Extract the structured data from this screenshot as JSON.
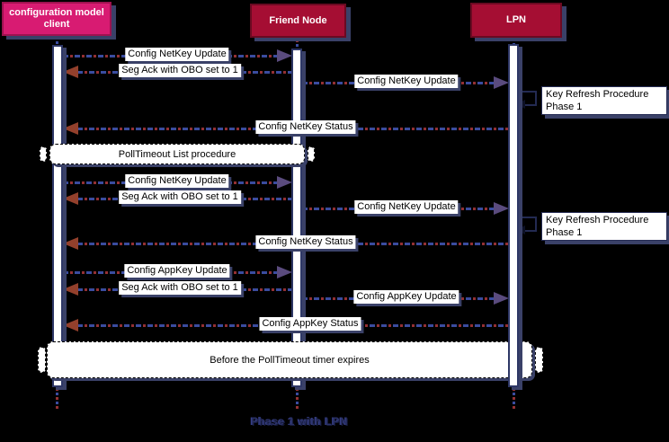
{
  "colors": {
    "client_pink": "#D81B72",
    "node_red": "#A50E33",
    "shadow_slate": "#3A4168",
    "line_blue": "#3A4C9F",
    "line_red": "#943032",
    "arrow_purple": "#5A4B7E",
    "arrow_rust": "#93402C",
    "loop_navy": "#232A52",
    "caption_navy": "#2A3166"
  },
  "actors": {
    "client": {
      "label": "configuration model client"
    },
    "friend": {
      "label": "Friend Node"
    },
    "lpn": {
      "label": "LPN"
    }
  },
  "messages": [
    {
      "from": "client",
      "to": "friend",
      "label": "Config NetKey Update"
    },
    {
      "from": "friend",
      "to": "client",
      "label": "Seg Ack with OBO set to 1"
    },
    {
      "from": "friend",
      "to": "lpn",
      "label": "Config NetKey Update"
    },
    {
      "from": "lpn",
      "to": "client",
      "label": "Config NetKey Status"
    },
    {
      "from": "client",
      "to": "friend",
      "label": "Config NetKey Update"
    },
    {
      "from": "friend",
      "to": "client",
      "label": "Seg Ack with OBO set to 1"
    },
    {
      "from": "friend",
      "to": "lpn",
      "label": "Config NetKey Update"
    },
    {
      "from": "lpn",
      "to": "client",
      "label": "Config NetKey Status"
    },
    {
      "from": "client",
      "to": "friend",
      "label": "Config AppKey Update"
    },
    {
      "from": "friend",
      "to": "client",
      "label": "Seg Ack with OBO set to 1"
    },
    {
      "from": "friend",
      "to": "lpn",
      "label": "Config AppKey Update"
    },
    {
      "from": "lpn",
      "to": "client",
      "label": "Config AppKey Status"
    }
  ],
  "notes": [
    {
      "text": "Key Refresh Procedure Phase 1"
    },
    {
      "text": "Key Refresh Procedure Phase 1"
    }
  ],
  "fragments": [
    {
      "label": "PollTimeout List procedure"
    },
    {
      "label": "Before the PollTimeout timer expires"
    }
  ],
  "caption": "Phase 1 with LPN"
}
